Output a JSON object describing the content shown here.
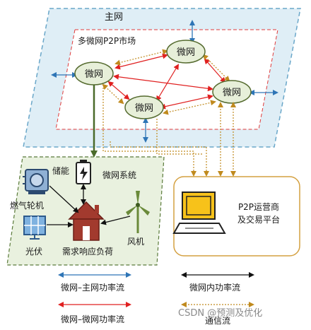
{
  "diagram": {
    "main_grid_label": "主网",
    "market_label": "多微网P2P市场",
    "microgrid_label": "微网",
    "storage_label": "储能",
    "system_label": "微网系统",
    "gas_turbine_label": "燃气轮机",
    "pv_label": "光伏",
    "load_label": "需求响应负荷",
    "wind_label": "风机",
    "platform_line1": "P2P运营商",
    "platform_line2": "及交易平台"
  },
  "legend": {
    "main_power_flow": "微网–主网功率流",
    "internal_power_flow": "微网内功率流",
    "p2p_power_flow": "微网–微网功率流",
    "communication_flow": "通信流"
  },
  "colors": {
    "blue_flow": "#2e75b6",
    "black_flow": "#111111",
    "red_flow": "#e02020",
    "comm_flow": "#c08a1e",
    "grid_fill": "#dfeef6",
    "green_fill": "#e9f1df",
    "node_fill": "#e7efd9"
  },
  "watermark": "CSDN @预测及优化"
}
